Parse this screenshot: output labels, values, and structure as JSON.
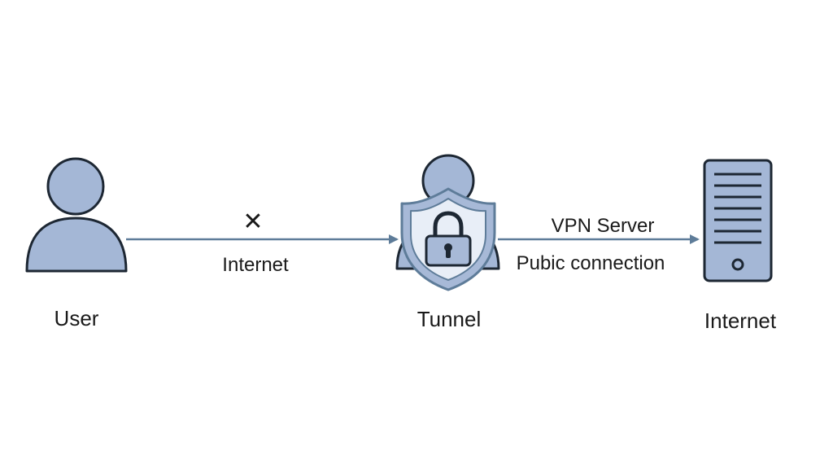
{
  "nodes": {
    "user": {
      "label": "User"
    },
    "tunnel": {
      "label": "Tunnel"
    },
    "internet": {
      "label": "Internet"
    }
  },
  "edges": {
    "user_to_tunnel": {
      "label": "Internet",
      "blocked_mark": "✕"
    },
    "tunnel_to_internet": {
      "label_top": "VPN Server",
      "label_bottom": "Pubic connection"
    }
  },
  "colors": {
    "icon_fill": "#a4b7d6",
    "icon_stroke": "#1d2733",
    "arrow": "#5e7c99",
    "shield_outer": "#a7b9d7",
    "shield_inner": "#e8eef7",
    "lock_fill": "#a7b9d7",
    "text": "#1a1a1a"
  },
  "icons": {
    "user": "user-icon",
    "tunnel": "shield-lock-icon",
    "internet": "server-icon"
  }
}
